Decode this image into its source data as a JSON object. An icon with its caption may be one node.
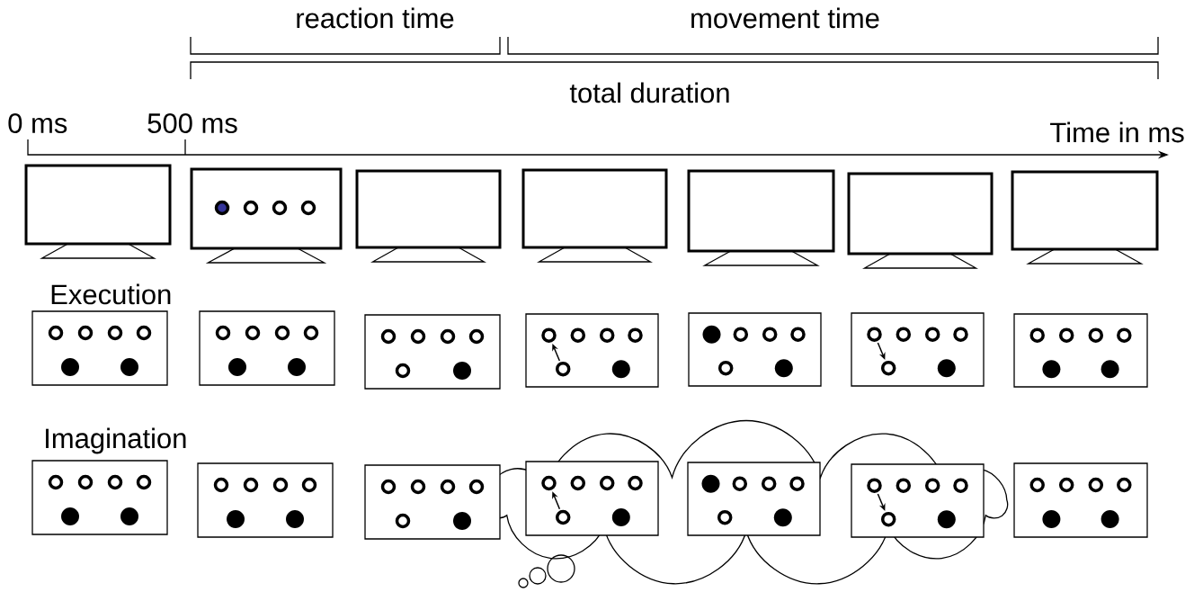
{
  "diagram": {
    "labels": [
      "reaction time",
      "movement time",
      "total duration",
      "0 ms",
      "500 ms",
      "Time in ms",
      "Execution",
      "Imagination"
    ]
  }
}
